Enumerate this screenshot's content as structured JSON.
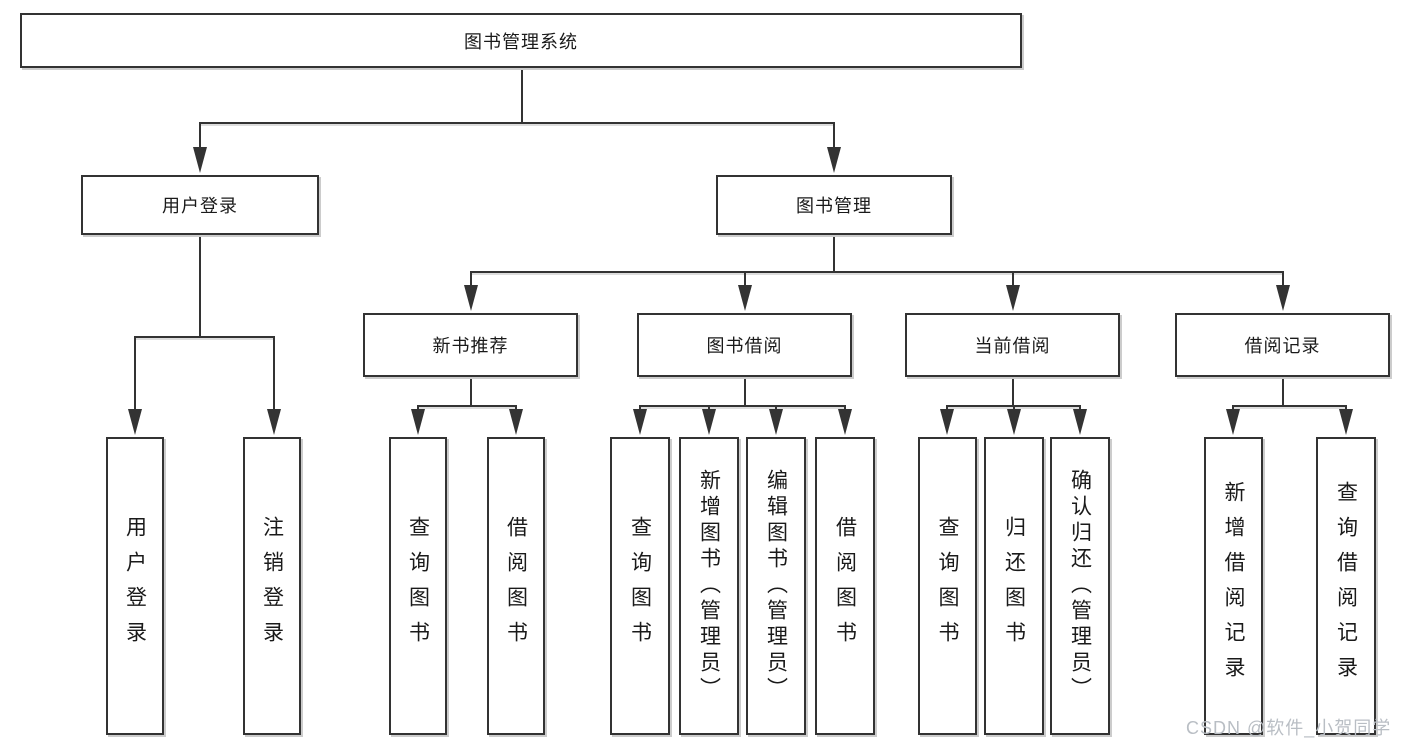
{
  "tree": {
    "root": {
      "label": "图书管理系统"
    },
    "branches": [
      {
        "label": "用户登录",
        "children": [
          {
            "label": "用户登录"
          },
          {
            "label": "注销登录"
          }
        ]
      },
      {
        "label": "图书管理",
        "children": [
          {
            "label": "新书推荐",
            "children": [
              {
                "label": "查询图书"
              },
              {
                "label": "借阅图书"
              }
            ]
          },
          {
            "label": "图书借阅",
            "children": [
              {
                "label": "查询图书"
              },
              {
                "label": "新增图书（管理员）"
              },
              {
                "label": "编辑图书（管理员）"
              },
              {
                "label": "借阅图书"
              }
            ]
          },
          {
            "label": "当前借阅",
            "children": [
              {
                "label": "查询图书"
              },
              {
                "label": "归还图书"
              },
              {
                "label": "确认归还（管理员）"
              }
            ]
          },
          {
            "label": "借阅记录",
            "children": [
              {
                "label": "新增借阅记录"
              },
              {
                "label": "查询借阅记录"
              }
            ]
          }
        ]
      }
    ]
  },
  "watermark": "CSDN @软件_小贺同学",
  "colors": {
    "line": "#333333",
    "box_border": "#333333",
    "box_fill": "#ffffff",
    "box_shadow": "#cccccc",
    "text": "#1a1a1a",
    "watermark": "#b9bec4",
    "background": "#ffffff"
  }
}
